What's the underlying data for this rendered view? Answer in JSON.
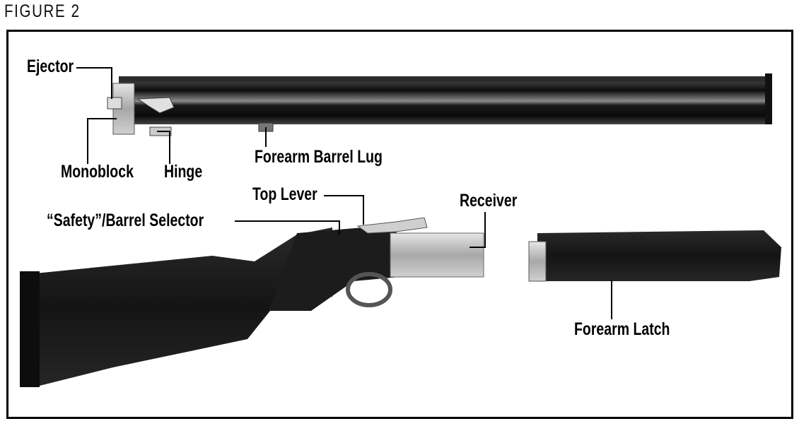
{
  "figure": {
    "title": "FIGURE 2"
  },
  "labels": {
    "ejector": "Ejector",
    "monoblock": "Monoblock",
    "hinge": "Hinge",
    "forearm_barrel_lug": "Forearm Barrel Lug",
    "top_lever": "Top Lever",
    "safety_barrel_selector": "“Safety”/Barrel Selector",
    "receiver": "Receiver",
    "forearm_latch": "Forearm Latch"
  },
  "colors": {
    "ink": "#000000",
    "wood": "#1a1a1a",
    "steel": "#bdbdbd",
    "barrel": "#151515"
  }
}
